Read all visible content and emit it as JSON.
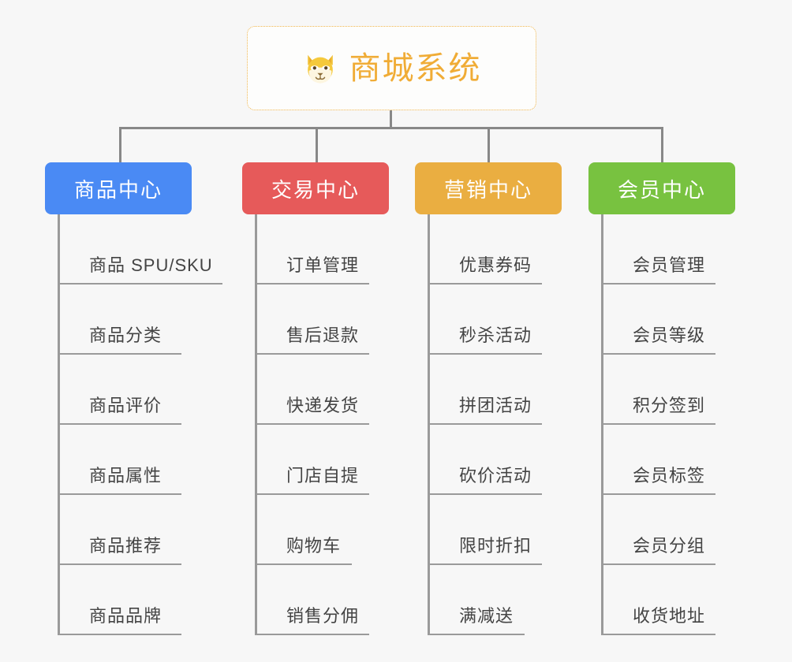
{
  "diagram": {
    "type": "tree-org-chart",
    "background_color": "#f7f7f7",
    "root": {
      "title": "商城系统",
      "icon": "shiba-dog-face-icon",
      "text_color": "#f0ac36",
      "border_color": "#f0b64e",
      "background_color": "#fdfdfc"
    },
    "line_color": "#888888",
    "branches": [
      {
        "label": "商品中心",
        "color": "#4a8af4",
        "items": [
          "商品 SPU/SKU",
          "商品分类",
          "商品评价",
          "商品属性",
          "商品推荐",
          "商品品牌"
        ]
      },
      {
        "label": "交易中心",
        "color": "#e65a5a",
        "items": [
          "订单管理",
          "售后退款",
          "快递发货",
          "门店自提",
          "购物车",
          "销售分佣"
        ]
      },
      {
        "label": "营销中心",
        "color": "#eaae41",
        "items": [
          "优惠券码",
          "秒杀活动",
          "拼团活动",
          "砍价活动",
          "限时折扣",
          "满减送"
        ]
      },
      {
        "label": "会员中心",
        "color": "#78c240",
        "items": [
          "会员管理",
          "会员等级",
          "积分签到",
          "会员标签",
          "会员分组",
          "收货地址"
        ]
      }
    ]
  }
}
